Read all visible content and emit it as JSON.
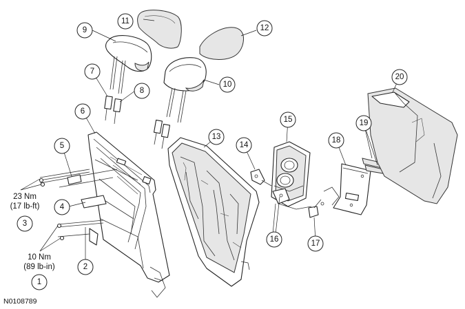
{
  "figure_id": "N0108789",
  "callouts": [
    "1",
    "2",
    "3",
    "4",
    "5",
    "6",
    "7",
    "8",
    "9",
    "10",
    "11",
    "12",
    "13",
    "14",
    "15",
    "16",
    "17",
    "18",
    "19",
    "20"
  ],
  "torque_specs": {
    "upper": {
      "metric": "23 Nm",
      "imperial": "(17 lb-ft)"
    },
    "lower": {
      "metric": "10 Nm",
      "imperial": "(89 lb-in)"
    }
  }
}
